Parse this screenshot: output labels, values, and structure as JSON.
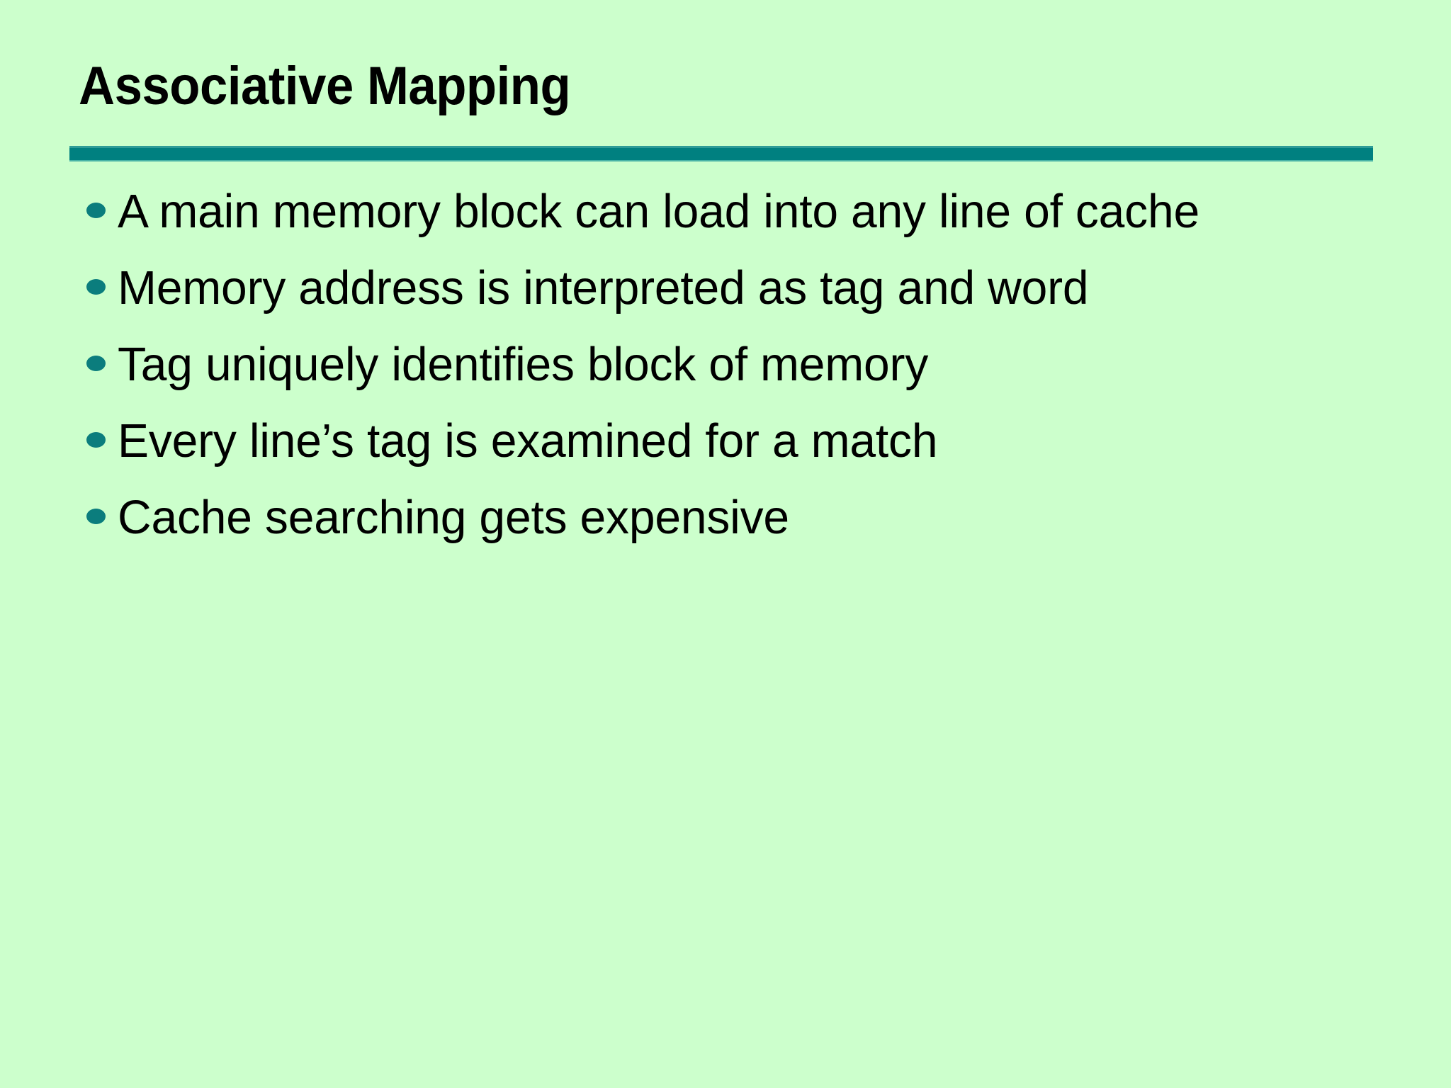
{
  "slide": {
    "background_color": "#CCFFCC",
    "accent_color": "#008080",
    "bullet_color": "#0B7D7D",
    "text_color": "#000000",
    "title": "Associative Mapping",
    "bullets": [
      {
        "text": "A main memory block can load into any line of cache"
      },
      {
        "text": "Memory address is interpreted as tag and word"
      },
      {
        "text": "Tag uniquely identifies block of memory"
      },
      {
        "text": "Every line’s tag is examined for a match"
      },
      {
        "text": "Cache searching gets expensive"
      }
    ]
  }
}
